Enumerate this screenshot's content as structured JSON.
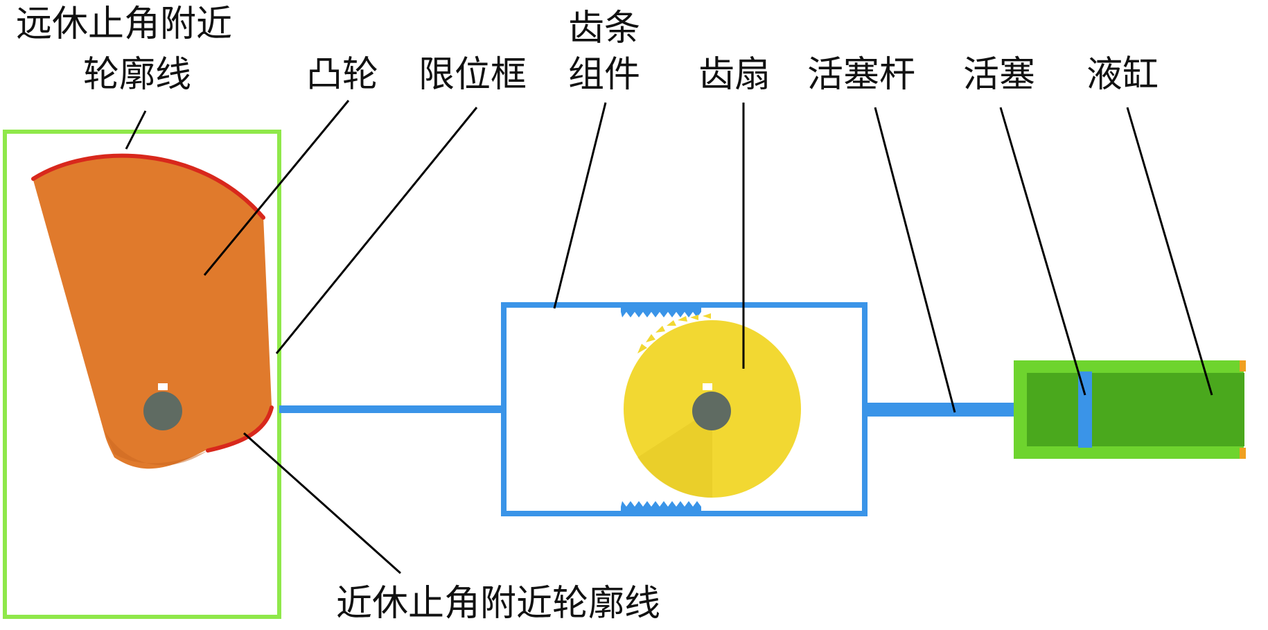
{
  "labels": {
    "far_contour_line1": "远休止角附近",
    "far_contour_line2": "轮廓线",
    "cam": "凸轮",
    "limit_frame": "限位框",
    "rack_assembly_line1": "齿条",
    "rack_assembly_line2": "组件",
    "gear_sector": "齿扇",
    "piston_rod": "活塞杆",
    "piston": "活塞",
    "hydraulic_cylinder": "液缸",
    "near_contour": "近休止角附近轮廓线"
  },
  "colors": {
    "limit_frame": "#8fe84a",
    "cam": "#e07a2c",
    "cam_shade": "#c9661f",
    "contour": "#d8281c",
    "rack": "#3a94e8",
    "gear": "#f2d832",
    "gear_shade": "#dcc11e",
    "shaft": "#5f6b62",
    "cylinder_outer": "#6ed42e",
    "cylinder_inner": "#4aa81d",
    "cylinder_cap": "#f0a020",
    "piston": "#3a94e8",
    "leader": "#000000"
  }
}
